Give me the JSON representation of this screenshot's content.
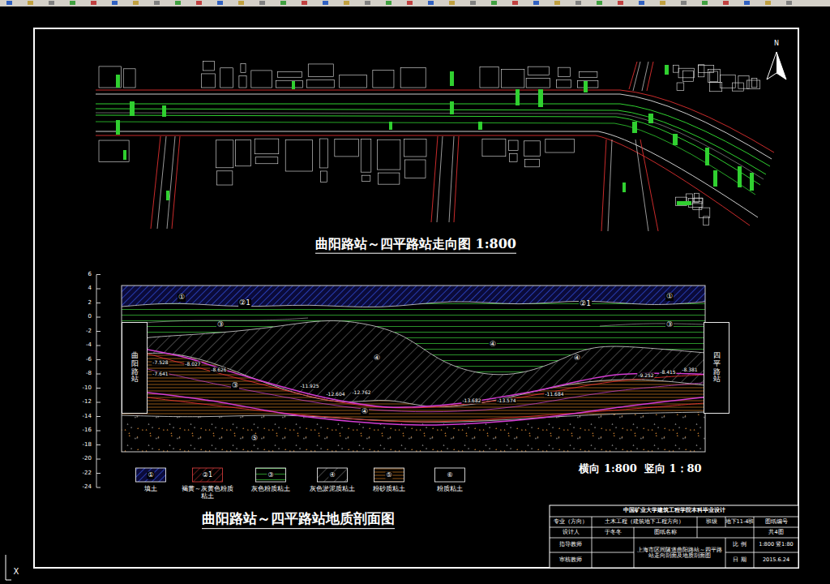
{
  "diagram": {
    "title": "曲阳路站～四平路站走向图 1:800",
    "caption": "曲阳路站～四平路站地质剖面图",
    "nodes": [
      {
        "text": [
          "曲阳路站"
        ]
      },
      {
        "text": [
          "四平路站"
        ]
      }
    ],
    "edges": [
      {
        "from": 0,
        "to": 1,
        "arrow": "none"
      },
      {
        "from": 0,
        "to": 1,
        "arrow": "none"
      }
    ],
    "labels": [
      "6",
      "4",
      "2",
      "0",
      "-2",
      "-4",
      "-6",
      "-8",
      "-10",
      "-12",
      "-14",
      "-16",
      "-18",
      "-20",
      "-22",
      "-24",
      "①",
      "②1",
      "②1",
      "①",
      "③",
      "③",
      "④",
      "④",
      "④",
      "③",
      "④",
      "⑤",
      "-7.528",
      "-7.641",
      "-8.027",
      "-8.626",
      "-11.925",
      "-12.604",
      "-12.762",
      "-13.682",
      "-13.574",
      "-11.684",
      "-9.252",
      "-8.415",
      "-8.381",
      "①",
      "②1",
      "③",
      "④",
      "⑤",
      "⑥",
      "横向 1:800  竖向 1：80",
      "中国矿业大学建筑工程学院本科毕业设计",
      "专业（方向）",
      "土木工程（建筑地下工程方向）",
      "班级",
      "地下11-4班",
      "图纸编号",
      "设计人",
      "于冬冬",
      "图纸名称",
      "共4图",
      "指导教师",
      "审核教师",
      "上海市区间隧道曲阳路站～四平路站走向剖面及地质剖面图",
      "比 例",
      "1:800 竖1:80",
      "日 期",
      "2015.6.24",
      "N",
      "X"
    ],
    "legend": [
      {
        "text": "填土"
      },
      {
        "text": "褐黄～灰黄色粉质粘土"
      },
      {
        "text": "灰色粉质粘土"
      },
      {
        "text": "灰色淤泥质粘土"
      },
      {
        "text": "粉砂质粘土"
      },
      {
        "text": "粉质粘土"
      }
    ]
  }
}
